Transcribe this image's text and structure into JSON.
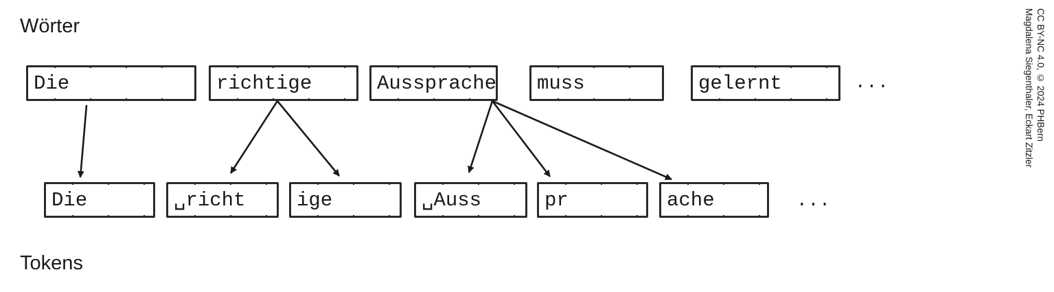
{
  "headings": {
    "words": "Wörter",
    "tokens": "Tokens"
  },
  "words": [
    "Die",
    "richtige",
    "Aussprache",
    "muss",
    "gelernt"
  ],
  "tokens": [
    "Die",
    "␣richt",
    "ige",
    "␣Auss",
    "pr",
    "ache"
  ],
  "ellipsis": "...",
  "credit": {
    "line1": "CC BY-NC 4.0, © 2024 PHBern",
    "line2": "Magdalena Siegenthaler, Eckart Zitzler"
  },
  "links": [
    {
      "from": 0,
      "to": 0
    },
    {
      "from": 1,
      "to": 1
    },
    {
      "from": 1,
      "to": 2
    },
    {
      "from": 2,
      "to": 3
    },
    {
      "from": 2,
      "to": 4
    },
    {
      "from": 2,
      "to": 5
    }
  ]
}
